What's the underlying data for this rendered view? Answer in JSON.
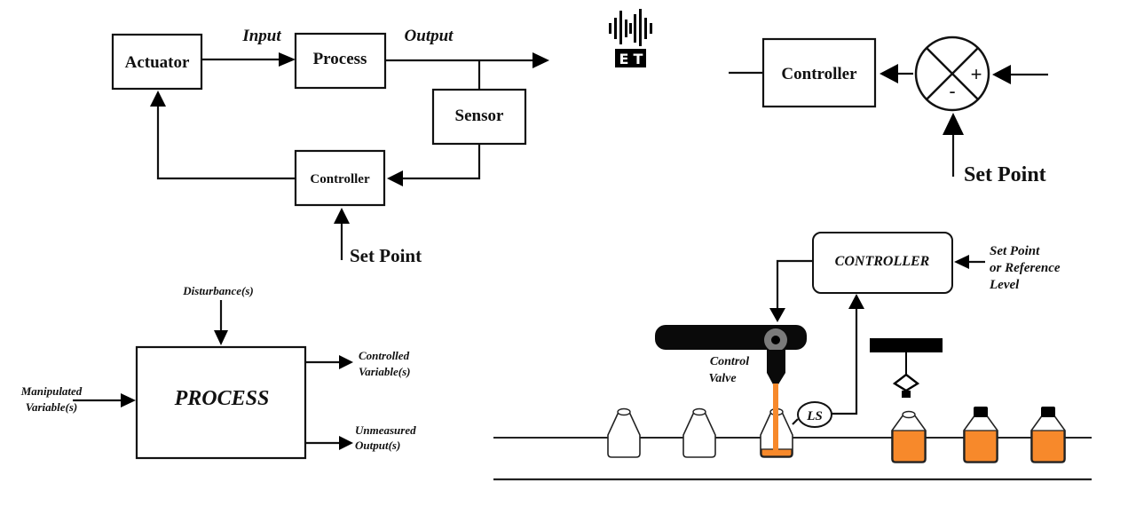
{
  "diagram_1": {
    "blocks": {
      "actuator": "Actuator",
      "process": "Process",
      "sensor": "Sensor",
      "controller": "Controller"
    },
    "labels": {
      "input": "Input",
      "output": "Output",
      "set_point": "Set Point"
    }
  },
  "logo": {
    "text_left": "E",
    "text_right": "T"
  },
  "diagram_2": {
    "controller": "Controller",
    "summing_junction": {
      "plus": "+",
      "minus": "-"
    },
    "set_point": "Set Point"
  },
  "diagram_3": {
    "process": "PROCESS",
    "disturbance": "Disturbance(s)",
    "manipulated": [
      "Manipulated",
      "Variable(s)"
    ],
    "controlled": [
      "Controlled",
      "Variable(s)"
    ],
    "unmeasured": [
      "Unmeasured",
      "Output(s)"
    ]
  },
  "diagram_4": {
    "controller": "CONTROLLER",
    "set_point": [
      "Set Point",
      "or Reference",
      "Level"
    ],
    "control_valve": [
      "Control",
      "Valve"
    ],
    "level_sensor": "LS",
    "fluid_color": "#f7892b",
    "bottles": [
      {
        "state": "empty",
        "capped": false
      },
      {
        "state": "empty",
        "capped": false
      },
      {
        "state": "filling",
        "capped": false
      },
      {
        "state": "full",
        "capped": false
      },
      {
        "state": "full",
        "capped": true
      },
      {
        "state": "full",
        "capped": true
      }
    ]
  }
}
